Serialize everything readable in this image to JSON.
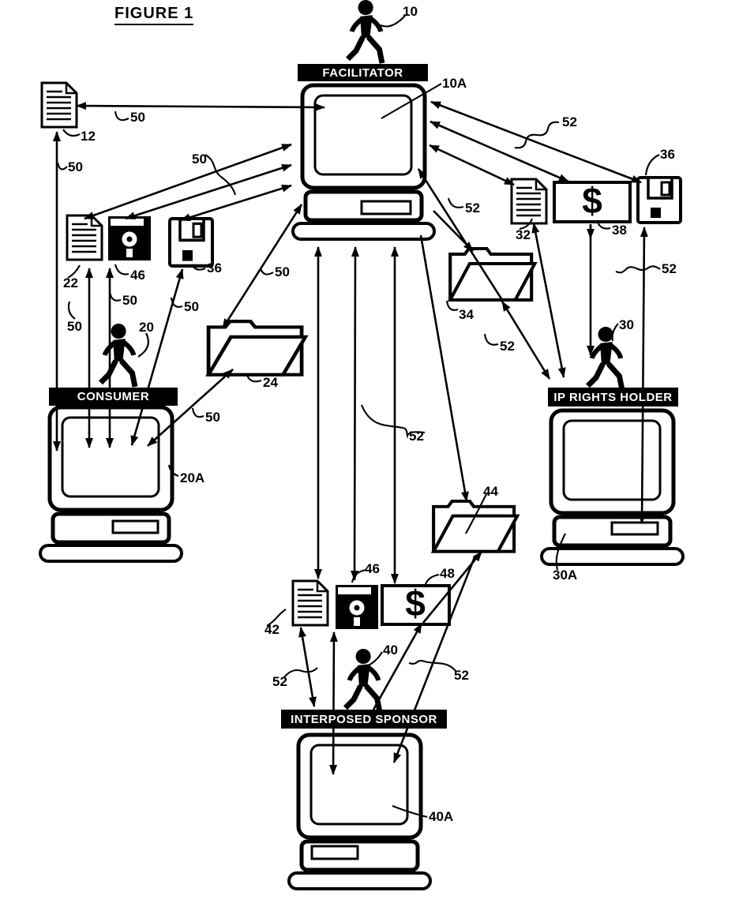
{
  "figure": {
    "title": "FIGURE 1"
  },
  "actors": {
    "facilitator": {
      "label": "FACILITATOR",
      "person_ref": "10",
      "computer_ref": "10A"
    },
    "consumer": {
      "label": "CONSUMER",
      "person_ref": "20",
      "computer_ref": "20A"
    },
    "ip_rights_holder": {
      "label": "IP RIGHTS HOLDER",
      "person_ref": "30",
      "computer_ref": "30A"
    },
    "interposed_sponsor": {
      "label": "INTERPOSED SPONSOR",
      "person_ref": "40",
      "computer_ref": "40A"
    }
  },
  "refs": {
    "10": "10",
    "10A": "10A",
    "12": "12",
    "20": "20",
    "20A": "20A",
    "22": "22",
    "24": "24",
    "30": "30",
    "30A": "30A",
    "32": "32",
    "34": "34",
    "36": "36",
    "38": "38",
    "40": "40",
    "40A": "40A",
    "42": "42",
    "44": "44",
    "46": "46",
    "48": "48",
    "50": "50",
    "52": "52"
  },
  "symbols": {
    "dollar": "$"
  },
  "icons": {
    "person": "walking-person-icon",
    "computer": "desktop-computer-icon",
    "document": "document-icon",
    "floppy_525": "floppy-disk-525-icon",
    "floppy_35": "floppy-disk-35-icon",
    "money": "dollar-payment-icon",
    "folder": "folder-icon"
  },
  "colors": {
    "ink": "#000000",
    "paper": "#ffffff",
    "label_bar_bg": "#000000",
    "label_bar_text": "#ffffff"
  }
}
